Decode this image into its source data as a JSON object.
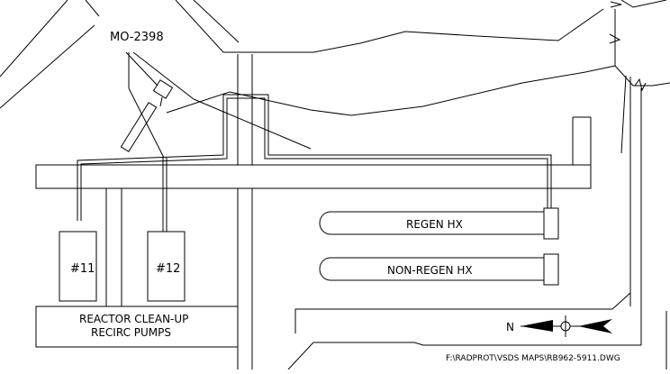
{
  "drawing": {
    "valve_tag": "MO-2398",
    "labels": {
      "pump_11": "#11",
      "pump_12": "#12",
      "regen_hx": "REGEN HX",
      "non_regen_hx": "NON-REGEN HX",
      "pumps_line1": "REACTOR CLEAN-UP",
      "pumps_line2": "RECIRC PUMPS",
      "north": "N",
      "file_path": "F:\\RADPROT\\VSDS MAPS\\RB962-5911.DWG"
    }
  }
}
